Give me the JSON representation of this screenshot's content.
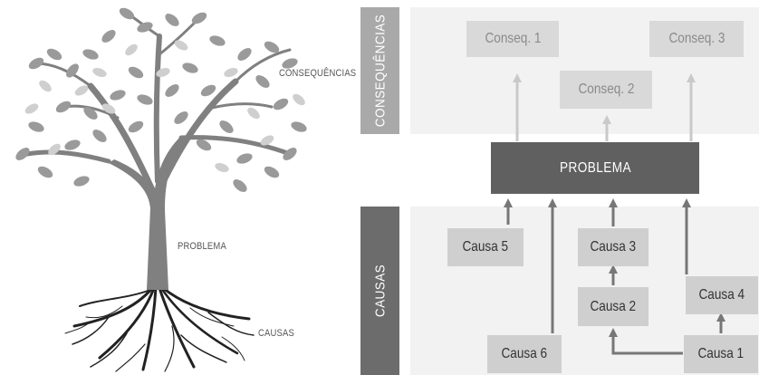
{
  "labels": {
    "tree_consequencias": "CONSEQUÊNCIAS",
    "tree_problema": "PROBLEMA",
    "tree_causas": "CAUSAS",
    "side_consequencias": "CONSEQUÊNCIAS",
    "side_causas": "CAUSAS"
  },
  "nodes": {
    "conseq1": "Conseq. 1",
    "conseq2": "Conseq. 2",
    "conseq3": "Conseq. 3",
    "problema": "PROBLEMA",
    "causa1": "Causa 1",
    "causa2": "Causa 2",
    "causa3": "Causa 3",
    "causa4": "Causa 4",
    "causa5": "Causa 5",
    "causa6": "Causa 6"
  },
  "colors": {
    "band": "#f2f2f2",
    "tab_conseq": "#a9a9a9",
    "tab_causas": "#6c6c6c",
    "problem": "#606060",
    "arrow_light": "#c9c9c9",
    "arrow_dark": "#777777"
  }
}
